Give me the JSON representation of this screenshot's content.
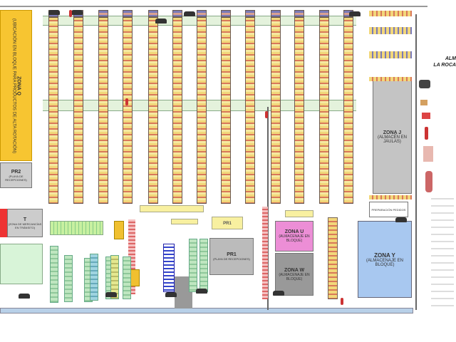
{
  "title": {
    "line1": "ALM",
    "line2": "LA ROCA"
  },
  "zones": {
    "q": {
      "name": "ZONA Q",
      "desc": "(UBICACIÓN EN BLOQUE PARA PRODUCTOS DE ALTA ROTACIÓN)"
    },
    "pr2": {
      "name": "PR2",
      "desc": "(PLAYA DE RECEPCIONES)"
    },
    "t": {
      "name": "T",
      "desc": "(ZONA DE MERCANCÍAS EN TRÁNSITO)"
    },
    "j": {
      "name": "ZONA J",
      "desc": "(ALMACÉN EN JAULAS)"
    },
    "u": {
      "name": "ZONA U",
      "desc": "(ALMACENAJE EN BLOQUE)"
    },
    "w": {
      "name": "ZONA W",
      "desc": "(ALMACENAJE EN BLOQUE)"
    },
    "y": {
      "name": "ZONA Y",
      "desc": "(ALMACENAJE EN BLOQUE)"
    },
    "pr1": {
      "name": "PR1",
      "desc": "(PLAYA DE RECEPCIONES)"
    },
    "prep": {
      "desc": "PREPARACIÓN PEDIDOS"
    }
  },
  "labels": {
    "pr1_tag": "PR1"
  },
  "legend_icons": [
    "forklift-icon",
    "alarm-icon",
    "fire-alarm-icon",
    "extinguisher-icon",
    "hose-icon",
    "hydrant-icon"
  ]
}
